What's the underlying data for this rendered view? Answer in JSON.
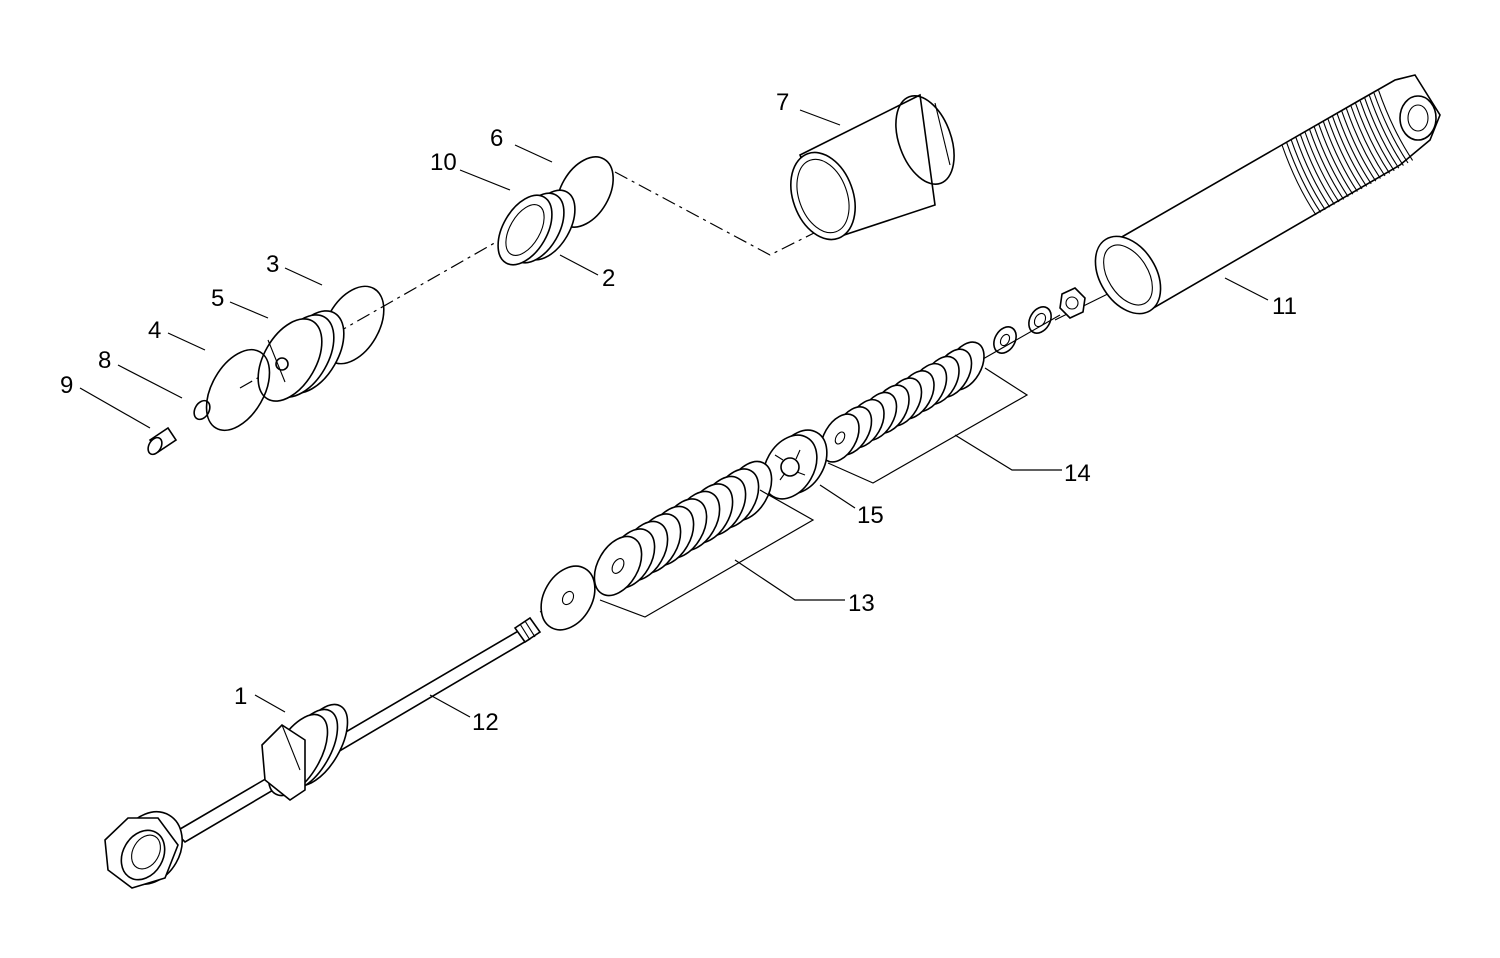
{
  "labels": {
    "p1": "1",
    "p2": "2",
    "p3": "3",
    "p4": "4",
    "p5": "5",
    "p6": "6",
    "p7": "7",
    "p8": "8",
    "p9": "9",
    "p10": "10",
    "p11": "11",
    "p12": "12",
    "p13": "13",
    "p14": "14",
    "p15": "15"
  },
  "colors": {
    "line": "#000000",
    "background": "#ffffff"
  }
}
